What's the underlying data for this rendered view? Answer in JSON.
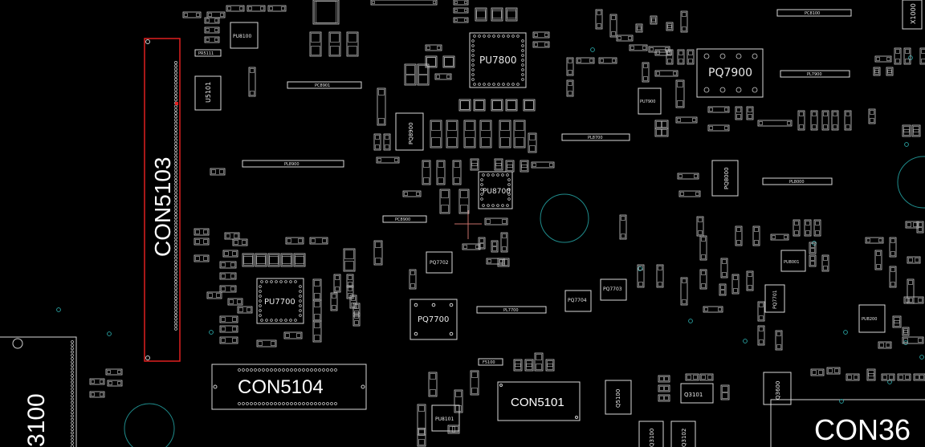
{
  "colors": {
    "background": "#000000",
    "outline": "#d8d8d8",
    "selection": "#e02020",
    "via": "#2aa6a6",
    "pin": "#bfbfbf"
  },
  "components": {
    "con5103": "CON5103",
    "con5104": "CON5104",
    "con5101": "CON5101",
    "con3100_partial": "3100",
    "con36_partial": "CON36",
    "pu7800": "PU7800",
    "pq7900": "PQ7900",
    "pu7700": "PU7700",
    "pq7700": "PQ7700",
    "pu8700": "PU8700",
    "pq8900": "PQ8900",
    "pq8000": "PQ8000",
    "pq7702": "PQ7702",
    "pq7703": "PQ7703",
    "pq7704": "PQ7704",
    "u5101": "U5101",
    "pu8100": "PU8100",
    "x1000": "X1000",
    "q5100": "Q5100",
    "q3101": "Q3101",
    "q3600": "Q3600",
    "q3100": "Q3100",
    "q3102": "Q3102",
    "pu8101": "PU8101",
    "pu7900": "PU7900",
    "pu8001": "PU8001",
    "pu8200": "PU8200",
    "pq7701": "PQ7701"
  },
  "small_labels": {
    "pl8900": "PL8900",
    "pc8901": "PC8901",
    "pl8700": "PL8700",
    "pl7700": "PL7700",
    "pc8100": "PC8100",
    "pl7900": "PL7900",
    "pl8000": "PL8000",
    "pr5111": "PR5111",
    "pc8900": "PC8900",
    "f5100": "F5100"
  }
}
